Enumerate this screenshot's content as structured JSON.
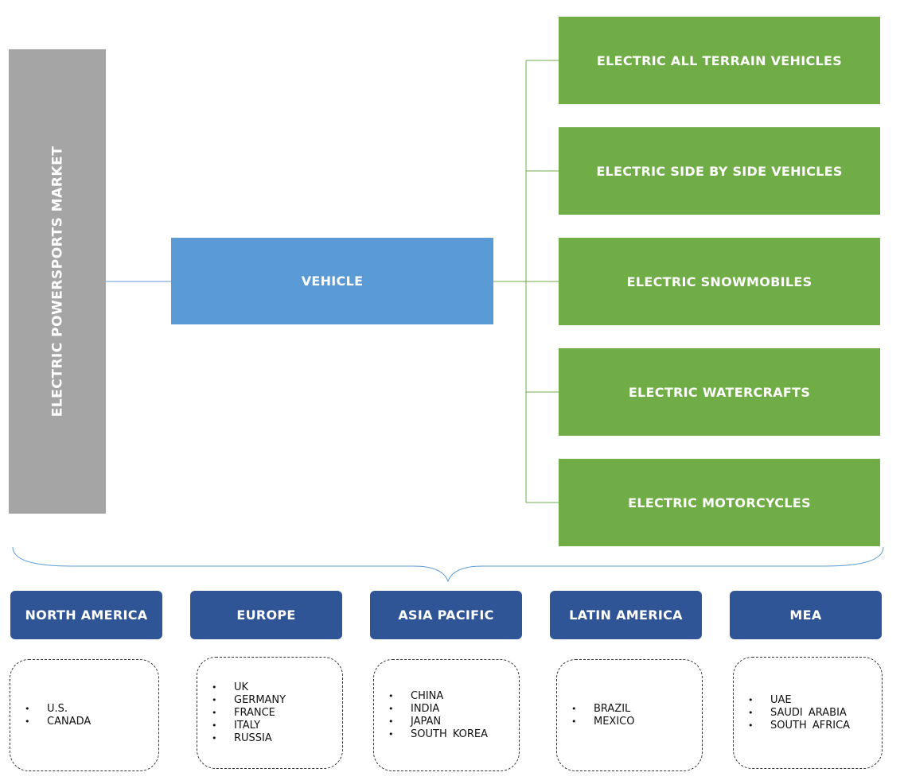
{
  "root": {
    "label": "ELECTRIC POWERSPORTS MARKET"
  },
  "segment": {
    "label": "VEHICLE"
  },
  "vehicle_types": [
    {
      "label": "ELECTRIC ALL TERRAIN VEHICLES"
    },
    {
      "label": "ELECTRIC SIDE BY SIDE VEHICLES"
    },
    {
      "label": "ELECTRIC SNOWMOBILES"
    },
    {
      "label": "ELECTRIC WATERCRAFTS"
    },
    {
      "label": "ELECTRIC MOTORCYCLES"
    }
  ],
  "regions": [
    {
      "label": "NORTH AMERICA",
      "countries": [
        "U.S.",
        "CANADA"
      ]
    },
    {
      "label": "EUROPE",
      "countries": [
        "UK",
        "GERMANY",
        "FRANCE",
        "ITALY",
        "RUSSIA"
      ]
    },
    {
      "label": "ASIA PACIFIC",
      "countries": [
        "CHINA",
        "INDIA",
        "JAPAN",
        "SOUTH KOREA"
      ]
    },
    {
      "label": "LATIN AMERICA",
      "countries": [
        "BRAZIL",
        "MEXICO"
      ]
    },
    {
      "label": "MEA",
      "countries": [
        "UAE",
        "SAUDI ARABIA",
        "SOUTH AFRICA"
      ]
    }
  ],
  "colors": {
    "root": "#a5a5a5",
    "segment": "#5b9bd5",
    "vehicle_type": "#70ad47",
    "region": "#2f5597"
  }
}
